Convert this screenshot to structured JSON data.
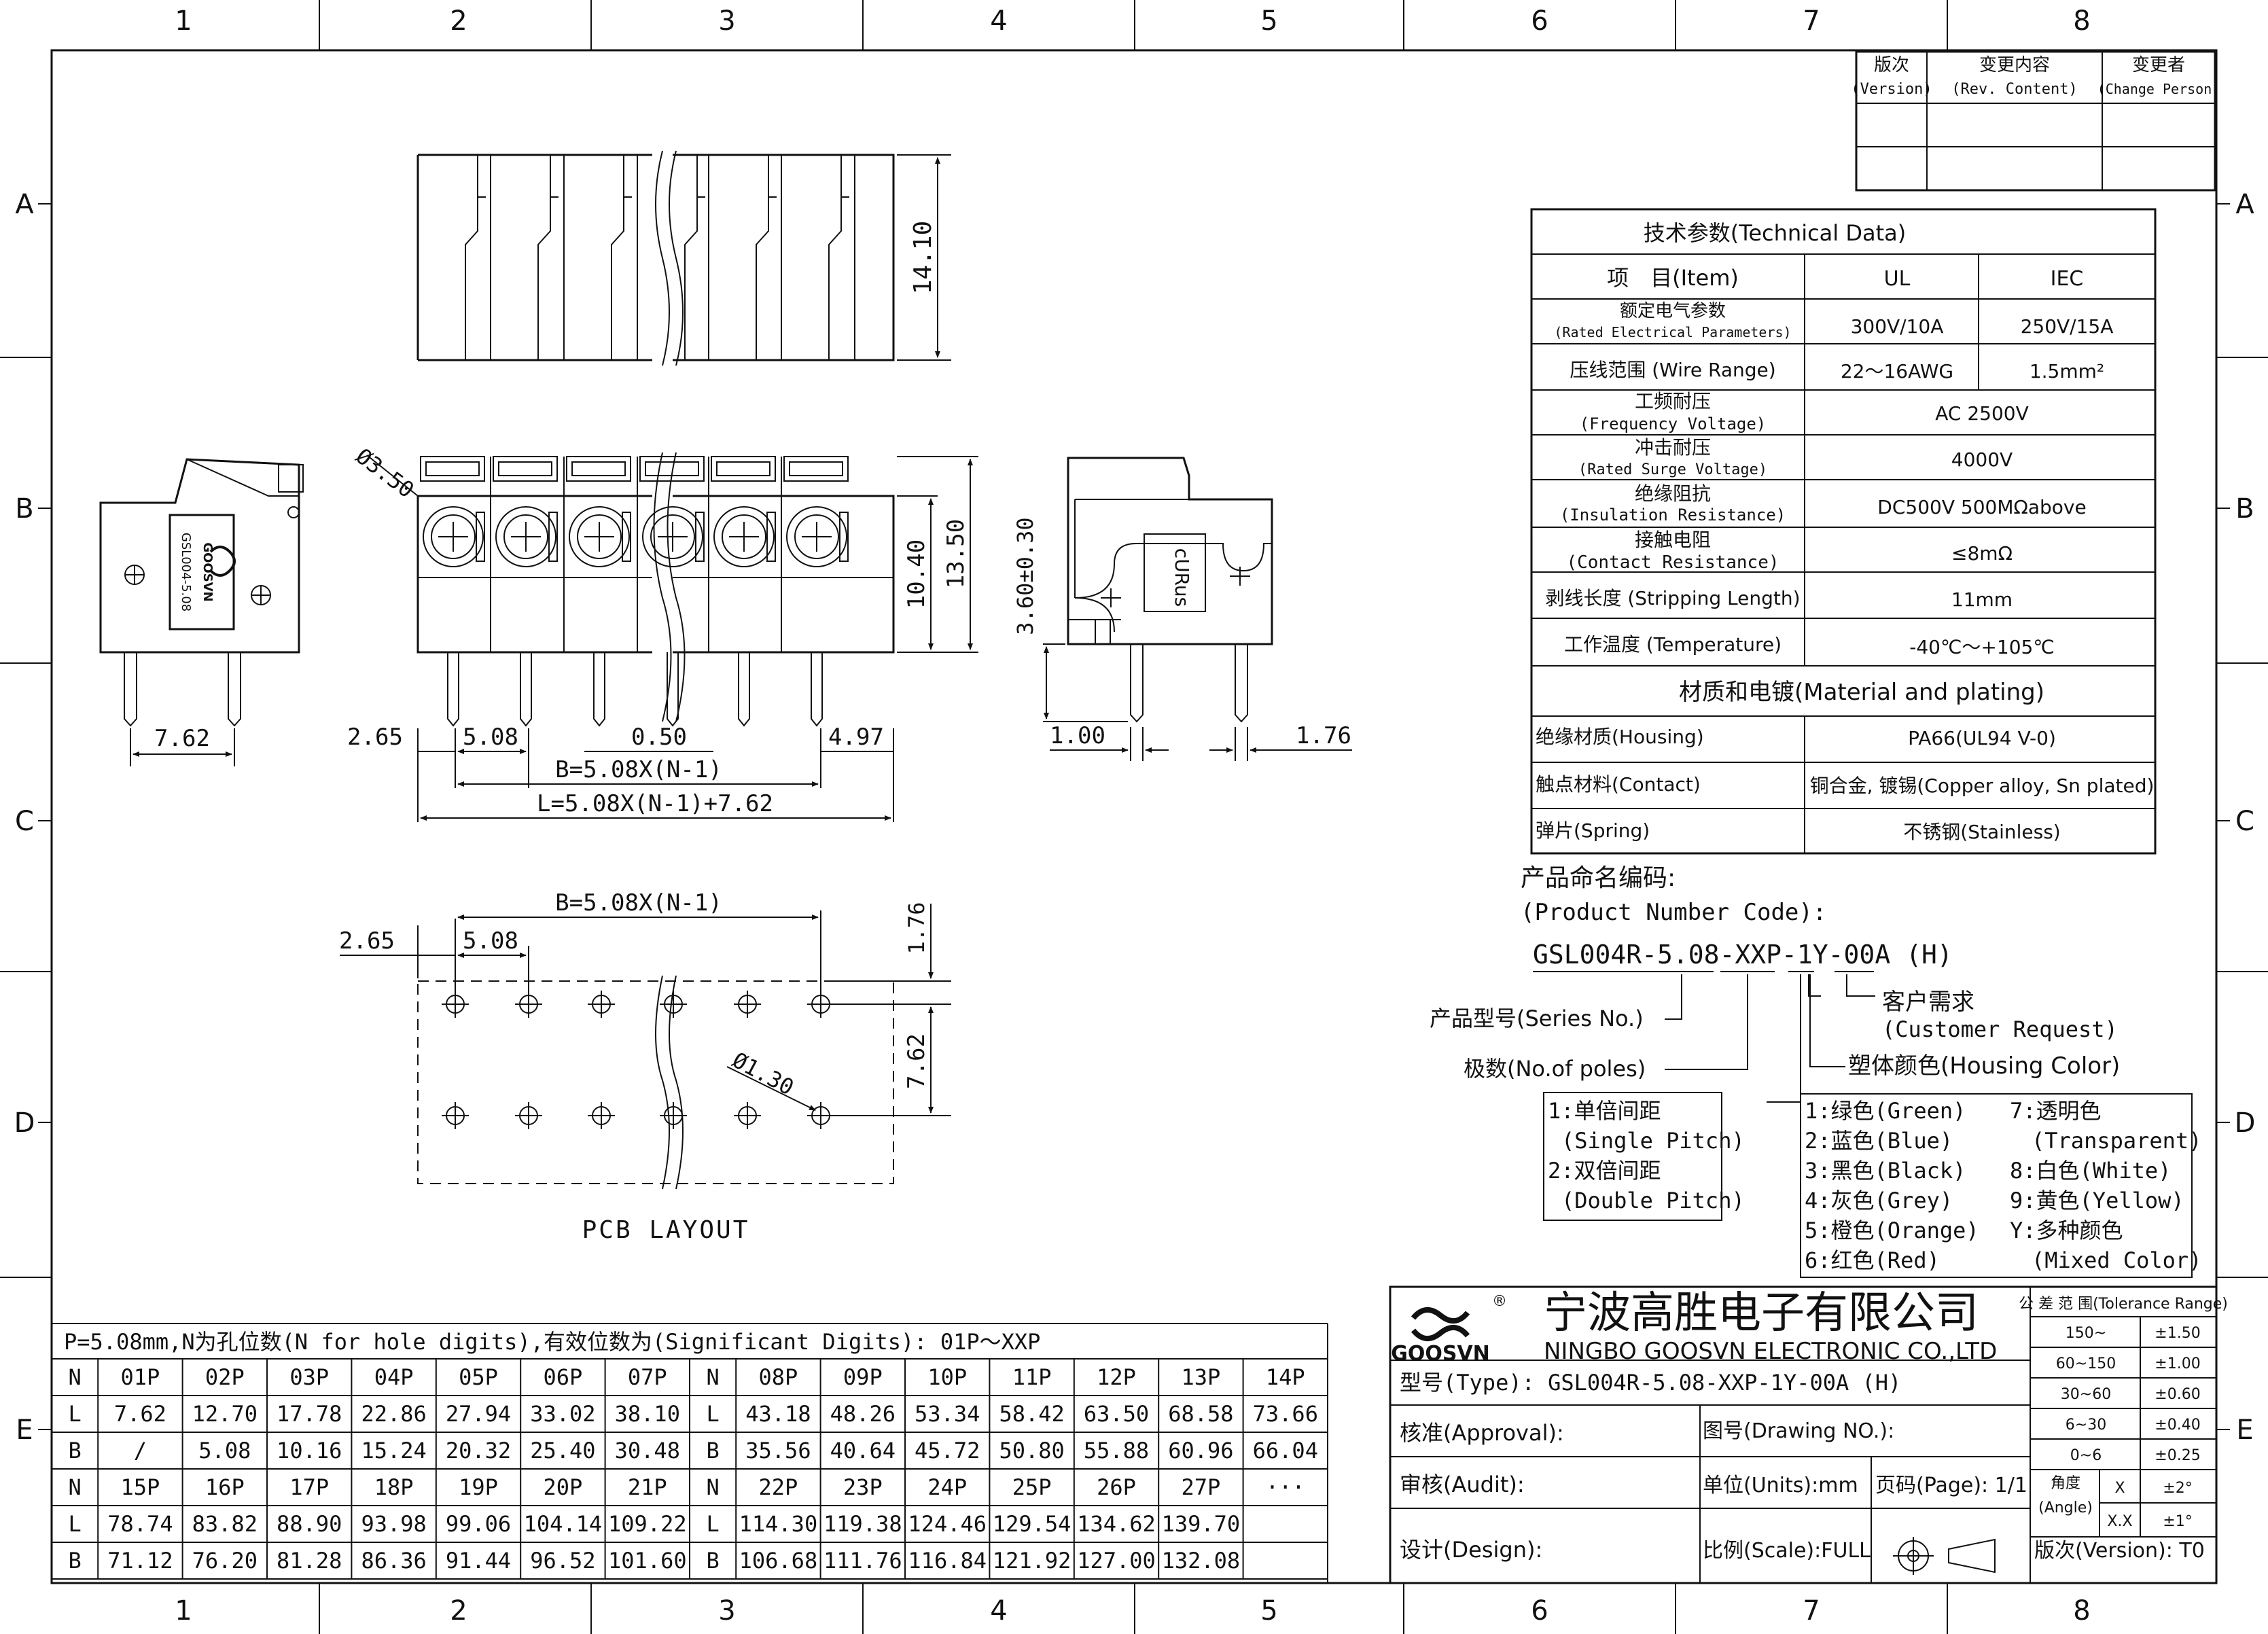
{
  "frame": {
    "col_numbers": [
      "1",
      "2",
      "3",
      "4",
      "5",
      "6",
      "7",
      "8"
    ],
    "row_letters": [
      "A",
      "B",
      "C",
      "D",
      "E"
    ]
  },
  "revision_table": {
    "headers": [
      {
        "cn": "版次",
        "en": "(Version)"
      },
      {
        "cn": "变更内容",
        "en": "(Rev. Content)"
      },
      {
        "cn": "变更者",
        "en": "(Change Person)"
      }
    ]
  },
  "technical_data": {
    "title": "技术参数(Technical Data)",
    "head": [
      "项　目(Item)",
      "UL",
      "IEC"
    ],
    "rows": [
      {
        "cn": "额定电气参数",
        "en": "(Rated Electrical Parameters)",
        "ul": "300V/10A",
        "iec": "250V/15A"
      },
      {
        "label": "压线范围 (Wire Range)",
        "ul": "22～16AWG",
        "iec": "1.5mm²"
      },
      {
        "cn": "工频耐压",
        "en": "(Frequency Voltage)",
        "val": "AC 2500V"
      },
      {
        "cn": "冲击耐压",
        "en": "(Rated Surge Voltage)",
        "val": "4000V"
      },
      {
        "cn": "绝缘阻抗",
        "en": "(Insulation Resistance)",
        "val": "DC500V 500MΩabove"
      },
      {
        "cn": "接触电阻",
        "en": "(Contact Resistance)",
        "val": "≤8mΩ"
      },
      {
        "label": "剥线长度 (Stripping Length)",
        "val": "11mm"
      },
      {
        "label": "工作温度 (Temperature)",
        "val": "-40℃～+105℃"
      }
    ],
    "material_title": "材质和电镀(Material and plating)",
    "material_rows": [
      {
        "label": "绝缘材质(Housing)",
        "val": "PA66(UL94 V-0)"
      },
      {
        "label": "触点材料(Contact)",
        "val": "铜合金, 镀锡(Copper alloy, Sn plated)"
      },
      {
        "label": "弹片(Spring)",
        "val": "不锈钢(Stainless)"
      }
    ]
  },
  "product_code": {
    "heading_cn": "产品命名编码:",
    "heading_en": "(Product Number Code):",
    "code": "GSL004R-5.08-XXP-1Y-00A (H)",
    "series": "产品型号(Series No.)",
    "poles": "极数(No.of poles)",
    "customer_cn": "客户需求",
    "customer_en": "(Customer Request)",
    "housing_color": "塑体颜色(Housing Color)",
    "pitch_options": [
      "1:单倍间距",
      "(Single Pitch)",
      "2:双倍间距",
      "(Double Pitch)"
    ],
    "colors_left": [
      "1:绿色(Green)",
      "2:蓝色(Blue)",
      "3:黑色(Black)",
      "4:灰色(Grey)",
      "5:橙色(Orange)",
      "6:红色(Red)"
    ],
    "colors_right": [
      "7:透明色",
      "(Transparent)",
      "8:白色(White)",
      "9:黄色(Yellow)",
      "Y:多种颜色",
      "(Mixed Color)"
    ]
  },
  "dimensions": {
    "height_top": "14.10",
    "dia_350": "Ø3.50",
    "d_1040": "10.40",
    "d_1350": "13.50",
    "d_360": "3.60±0.30",
    "d_762": "7.62",
    "d_265": "2.65",
    "d_508": "5.08",
    "d_050": "0.50",
    "d_497": "4.97",
    "formula_b": "B=5.08X(N-1)",
    "formula_l": "L=5.08X(N-1)+7.62",
    "d_100": "1.00",
    "d_176": "1.76",
    "pcb_d130": "Ø1.30",
    "pcb_176": "1.76",
    "pcb_762": "7.62",
    "pcb_label": "PCB LAYOUT",
    "side_label_brand": "GOOSVN",
    "side_label_model": "GSL004-5.08"
  },
  "pole_table": {
    "caption": "P=5.08mm,N为孔位数(N for hole digits),有效位数为(Significant Digits): 01P～XXP",
    "rows": [
      [
        "N",
        "01P",
        "02P",
        "03P",
        "04P",
        "05P",
        "06P",
        "07P",
        "N",
        "08P",
        "09P",
        "10P",
        "11P",
        "12P",
        "13P",
        "14P"
      ],
      [
        "L",
        "7.62",
        "12.70",
        "17.78",
        "22.86",
        "27.94",
        "33.02",
        "38.10",
        "L",
        "43.18",
        "48.26",
        "53.34",
        "58.42",
        "63.50",
        "68.58",
        "73.66"
      ],
      [
        "B",
        "/",
        "5.08",
        "10.16",
        "15.24",
        "20.32",
        "25.40",
        "30.48",
        "B",
        "35.56",
        "40.64",
        "45.72",
        "50.80",
        "55.88",
        "60.96",
        "66.04"
      ],
      [
        "N",
        "15P",
        "16P",
        "17P",
        "18P",
        "19P",
        "20P",
        "21P",
        "N",
        "22P",
        "23P",
        "24P",
        "25P",
        "26P",
        "27P",
        "···"
      ],
      [
        "L",
        "78.74",
        "83.82",
        "88.90",
        "93.98",
        "99.06",
        "104.14",
        "109.22",
        "L",
        "114.30",
        "119.38",
        "124.46",
        "129.54",
        "134.62",
        "139.70",
        ""
      ],
      [
        "B",
        "71.12",
        "76.20",
        "81.28",
        "86.36",
        "91.44",
        "96.52",
        "101.60",
        "B",
        "106.68",
        "111.76",
        "116.84",
        "121.92",
        "127.00",
        "132.08",
        ""
      ]
    ]
  },
  "title_block": {
    "logo": "GOOSVN",
    "company_cn": "宁波高胜电子有限公司",
    "company_en": "NINGBO GOOSVN ELECTRONIC CO.,LTD",
    "type_line": "型号(Type): GSL004R-5.08-XXP-1Y-00A (H)",
    "approval": "核准(Approval):",
    "drawing_no": "图号(Drawing NO.):",
    "audit": "审核(Audit):",
    "units": "单位(Units):mm",
    "page": "页码(Page): 1/1",
    "design": "设计(Design):",
    "scale": "比例(Scale):FULL",
    "version": "版次(Version): T0",
    "tolerance_title": "公 差 范 围(Tolerance Range)",
    "tolerances": [
      [
        "150~",
        "±1.50"
      ],
      [
        "60~150",
        "±1.00"
      ],
      [
        "30~60",
        "±0.60"
      ],
      [
        "6~30",
        "±0.40"
      ],
      [
        "0~6",
        "±0.25"
      ]
    ],
    "angle_cn": "角度",
    "angle_en": "(Angle)",
    "angle_rows": [
      [
        "X",
        "±2°"
      ],
      [
        "X.X",
        "±1°"
      ]
    ]
  }
}
